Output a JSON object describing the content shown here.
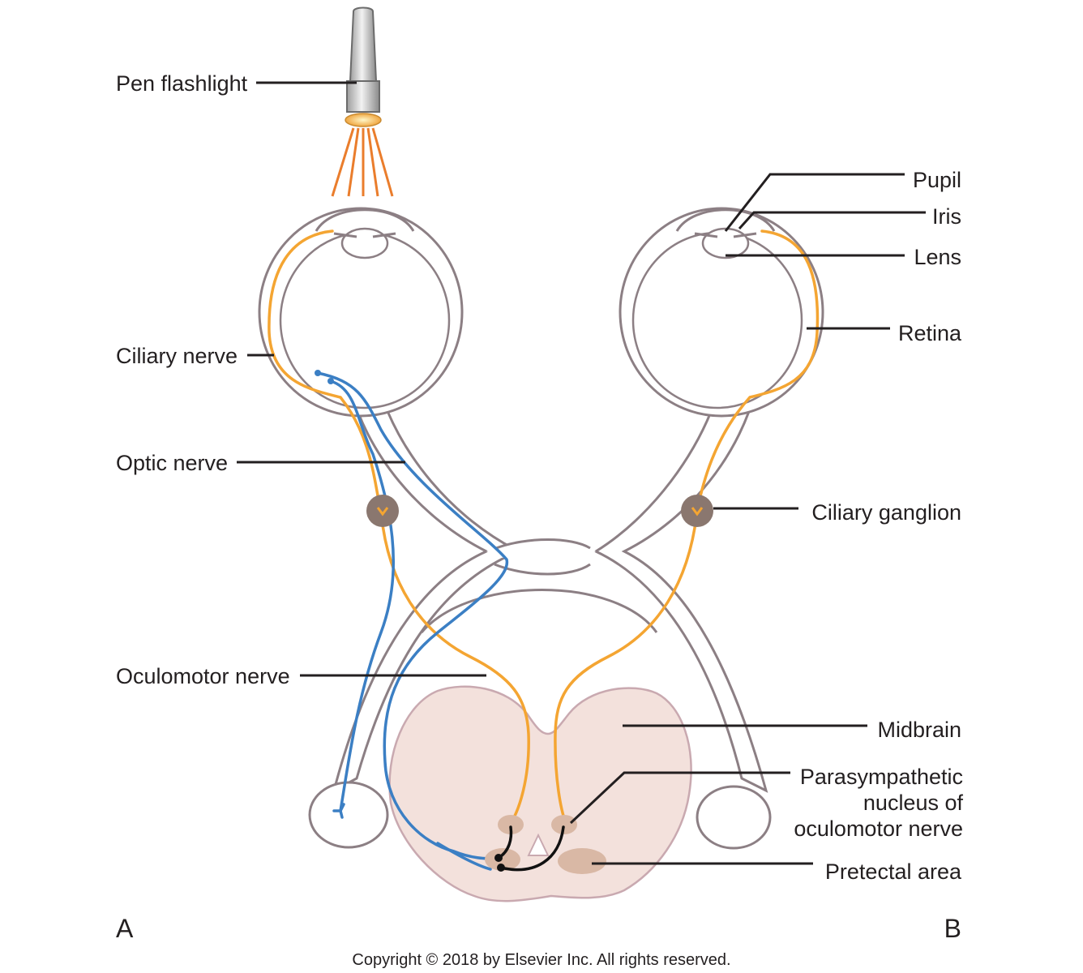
{
  "labels": {
    "pen_flashlight": "Pen flashlight",
    "ciliary_nerve": "Ciliary nerve",
    "optic_nerve": "Optic nerve",
    "oculomotor_nerve": "Oculomotor nerve",
    "pupil": "Pupil",
    "iris": "Iris",
    "lens": "Lens",
    "retina": "Retina",
    "ciliary_ganglion": "Ciliary ganglion",
    "midbrain": "Midbrain",
    "parasympathetic_line1": "Parasympathetic",
    "parasympathetic_line2": "nucleus of",
    "parasympathetic_line3": "oculomotor nerve",
    "pretectal_area": "Pretectal area"
  },
  "panel_labels": {
    "left": "A",
    "right": "B"
  },
  "copyright": "Copyright © 2018 by Elsevier Inc. All rights reserved.",
  "colors": {
    "efferent_pathway": "#f4a532",
    "afferent_pathway": "#3b7fc4",
    "interneuron": "#111111",
    "midbrain_fill": "#f3e1dc",
    "ganglion": "#8a776f",
    "outline": "#8c7f84"
  }
}
